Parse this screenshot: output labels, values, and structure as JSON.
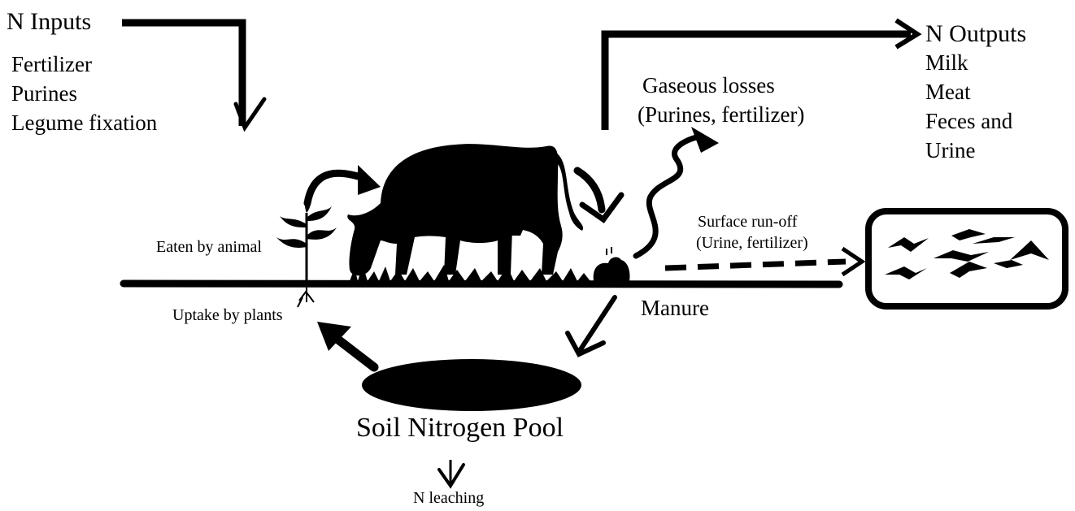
{
  "inputs": {
    "title": "N Inputs",
    "items": [
      "Fertilizer",
      "Purines",
      "Legume fixation"
    ]
  },
  "outputs": {
    "title": "N Outputs",
    "items": [
      "Milk",
      "Meat",
      "Feces and",
      "Urine"
    ]
  },
  "gaseous": {
    "line1": "Gaseous losses",
    "line2": "(Purines, fertilizer)"
  },
  "runoff": {
    "line1": "Surface run-off",
    "line2": "(Urine, fertilizer)"
  },
  "labels": {
    "eaten": "Eaten by animal",
    "uptake": "Uptake by plants",
    "manure": "Manure",
    "soil_pool": "Soil Nitrogen Pool",
    "leaching": "N leaching"
  },
  "colors": {
    "ink": "#000000",
    "background": "#ffffff"
  }
}
